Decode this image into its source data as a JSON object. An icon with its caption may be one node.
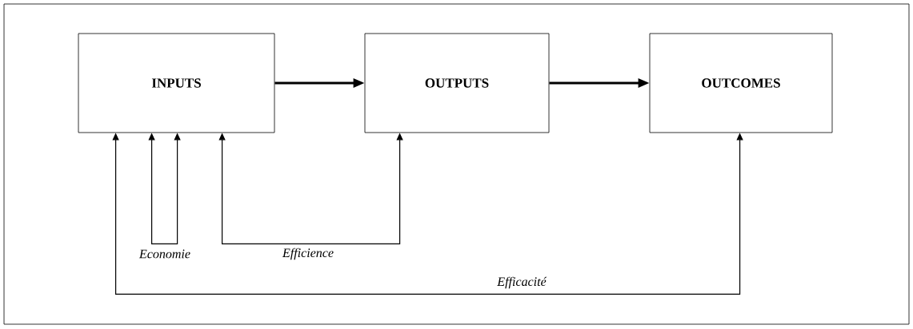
{
  "diagram": {
    "nodes": [
      {
        "text": [
          "INPUTS"
        ]
      },
      {
        "text": [
          "OUTPUTS"
        ]
      },
      {
        "text": [
          "OUTCOMES"
        ]
      }
    ],
    "edges": [
      {
        "from": 0,
        "to": 1,
        "arrow": "to",
        "style": "thick"
      },
      {
        "from": 1,
        "to": 2,
        "arrow": "to",
        "style": "thick"
      },
      {
        "from": 0,
        "to": 0,
        "arrow": "both",
        "label": "Economie"
      },
      {
        "from": 0,
        "to": 1,
        "arrow": "both",
        "label": "Efficience"
      },
      {
        "from": 0,
        "to": 2,
        "arrow": "both",
        "label": "Efficacité"
      }
    ]
  }
}
